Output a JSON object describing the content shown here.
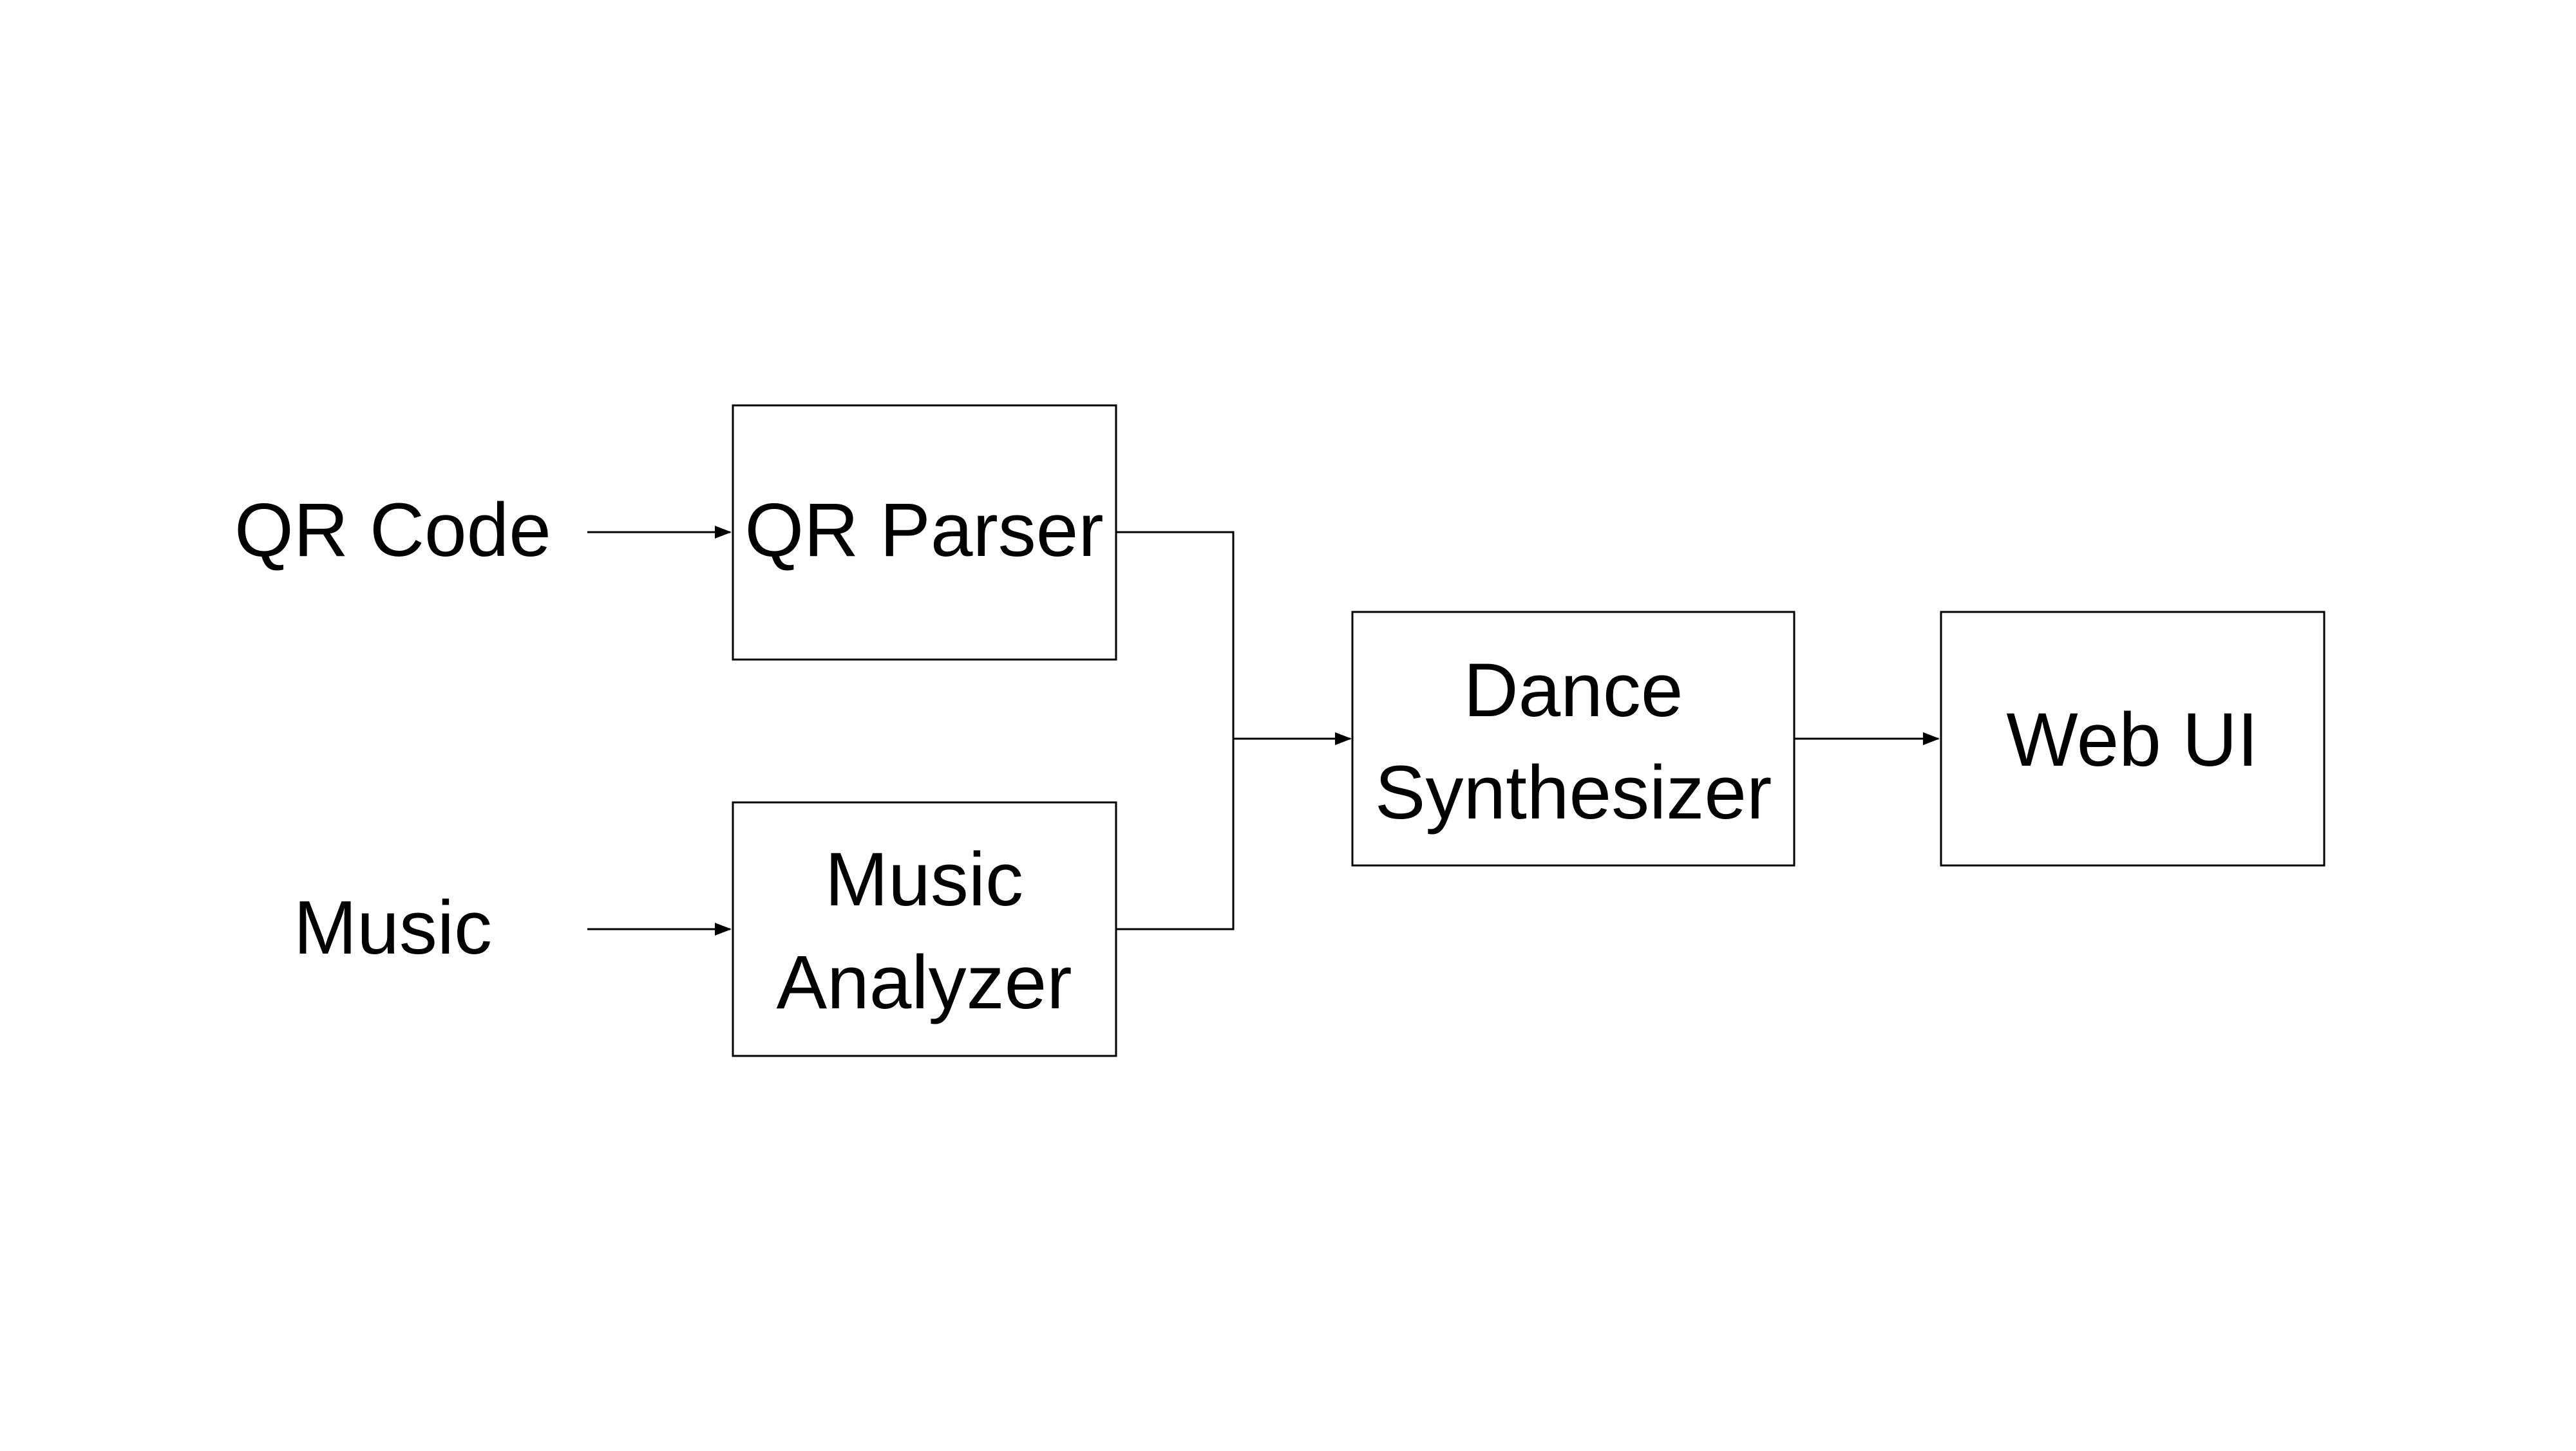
{
  "diagram": {
    "inputs": [
      {
        "id": "qr_code",
        "label": "QR Code"
      },
      {
        "id": "music",
        "label": "Music"
      }
    ],
    "nodes": [
      {
        "id": "qr_parser",
        "lines": [
          "QR Parser"
        ]
      },
      {
        "id": "music_analyzer",
        "lines": [
          "Music",
          "Analyzer"
        ]
      },
      {
        "id": "dance_synthesizer",
        "lines": [
          "Dance",
          "Synthesizer"
        ]
      },
      {
        "id": "web_ui",
        "lines": [
          "Web UI"
        ]
      }
    ],
    "edges": [
      {
        "from": "qr_code",
        "to": "qr_parser"
      },
      {
        "from": "music",
        "to": "music_analyzer"
      },
      {
        "from": "qr_parser",
        "to": "dance_synthesizer"
      },
      {
        "from": "music_analyzer",
        "to": "dance_synthesizer"
      },
      {
        "from": "dance_synthesizer",
        "to": "web_ui"
      }
    ],
    "colors": {
      "background": "#ffffff",
      "stroke": "#000000",
      "text": "#000000"
    }
  }
}
